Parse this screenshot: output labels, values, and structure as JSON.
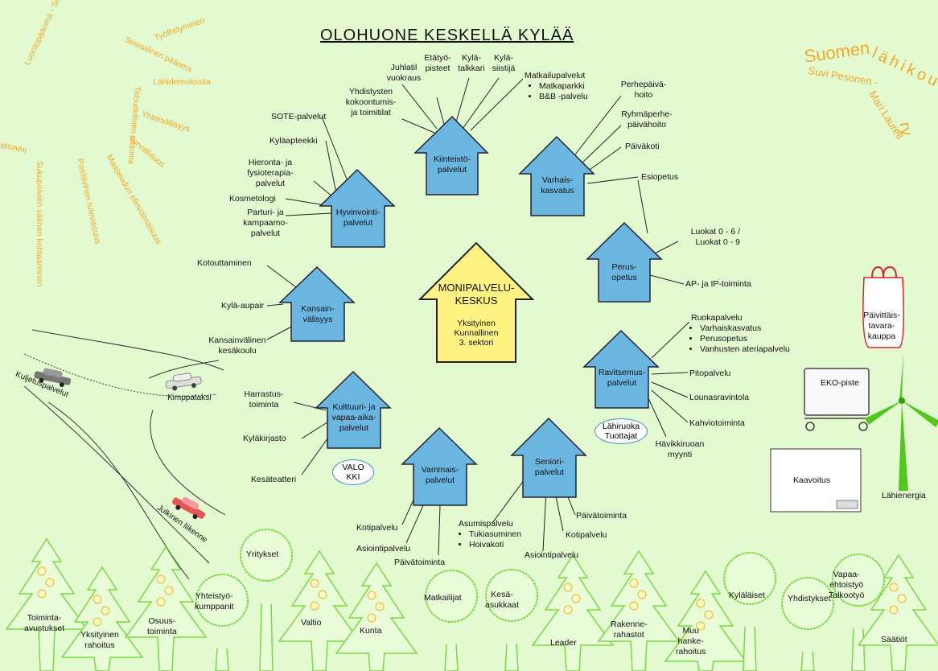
{
  "title": "OLOHUONE KESKELLÄ KYLÄÄ",
  "org": {
    "name": "Suomen  lähikoulut ry",
    "authors": "Suvi Pesonen - Mari Laurell"
  },
  "sun": {
    "arc": "Luontopääoma - Sosiaalinen pääoma - Taloudellinen pääoma - Inhimillinen pääoma",
    "rays": [
      "Työllistyminen",
      "Lähidemokratia",
      "Yhteisöllisyys",
      "Turvallisuus",
      "Maaseudun elinvoimaisuus",
      "Positiivinen tulevaisuus",
      "Sukupolvien välinen kohtaaminen"
    ]
  },
  "center": {
    "title": "MONIPALVELU-\nKESKUS",
    "sub": "Yksityinen\nKunnallinen\n3. sektori"
  },
  "arrows": {
    "kiinteisto": "Kiinteistö-\npalvelut",
    "varhais": "Varhais-\nkasvatus",
    "perus": "Perus-\nopetus",
    "ravitsemus": "Ravitsemus-\npalvelut",
    "seniori": "Seniori-\npalvelut",
    "vammais": "Vammais-\npalvelut",
    "kulttuuri": "Kulttuuri- ja\nvapaa-aika-\npalvelut",
    "kansain": "Kansain-\nvälisyys",
    "hyvinvointi": "Hyvinvointi-\npalvelut"
  },
  "labels": {
    "juhlatil": "Juhlatil\nvuokraus",
    "etatyo": "Etätyö-\npisteet",
    "kylatalkkari": "Kylä-\ntalkkari",
    "kylasiistija": "Kylä-\nsiistijä",
    "matkailu": "Matkailupalvelut",
    "matkailu_items": [
      "Matkaparkki",
      "B&B -palvelu"
    ],
    "yhdistysten": "Yhdistysten\nkokoontumis-\nja toimitilat",
    "perhepaiva": "Perhepäivä-\nhoito",
    "ryhmaperhe": "Ryhmäperhe-\npäivähoito",
    "paivakoti": "Päiväkoti",
    "esiopetus": "Esiopetus",
    "luokat": "Luokat 0 - 6 /\nLuokat 0 - 9",
    "apip": "AP- ja IP-toiminta",
    "ruokapalvelu": "Ruokapalvelu",
    "ruoka_items": [
      "Varhaiskasvatus",
      "Perusopetus",
      "Vanhusten ateriapalvelu"
    ],
    "pitopalvelu": "Pitopalvelu",
    "lounas": "Lounasravintola",
    "kahvio": "Kahviotoiminta",
    "havikki": "Hävikkiruoan\nmyynti",
    "paivatoiminta_s": "Päivätoiminta",
    "kotipalvelu_s": "Kotipalvelu",
    "asiointi_s": "Asiointipalvelu",
    "asumis": "Asumispalvelu",
    "asumis_items": [
      "Tukiasuminen",
      "Hoivakoti"
    ],
    "kotipalvelu_v": "Kotipalvelu",
    "asiointi_v": "Asiointipalvelu",
    "paivatoiminta_v": "Päivätoiminta",
    "harrastus": "Harrastus-\ntoiminta",
    "kylakirjasto": "Kyläkirjasto",
    "kesateatteri": "Kesäteatteri",
    "kotouttaminen": "Kotouttaminen",
    "kylaaupair": "Kylä-aupair",
    "kesakoulu": "Kansainvälinen\nkesäkoulu",
    "sote": "SOTE-palvelut",
    "kylaapteekki": "Kyläapteekki",
    "hieronta": "Hieronta- ja\nfysioterapia-\npalvelut",
    "kosmetologi": "Kosmetologi",
    "parturi": "Parturi- ja\nkampaamo-\npalvelut"
  },
  "ovals": {
    "valo": "VALO\nKKI",
    "lahiruoka": "Lähiruoka\nTuottajat"
  },
  "roads": {
    "kuljetus": "Kuljetuspalvelut",
    "kimppa": "Kimppataksi",
    "julkinen": "Julkinen liikenne"
  },
  "right": {
    "kauppa": "Päivittäis-\ntavara-\nkauppa",
    "eko": "EKO-piste",
    "kaavoitus": "Kaavoitus",
    "lahienergia": "Lähienergia"
  },
  "trees": [
    "Toiminta-\navustukset",
    "Yksityinen\nrahoitus",
    "Osuus-\ntoiminta",
    "Yhteistyö-\nkumppanit",
    "Yritykset",
    "Valtio",
    "Kunta",
    "Matkailijat",
    "Kesä-\nasukkaat",
    "Leader",
    "Rakenne-\nrahastot",
    "Muu\nhanke-\nrahoitus",
    "Kyläläiset",
    "Yhdistykset",
    "Vapaa-\nehtoistyö\nTalkootyö",
    "Säätiöt"
  ],
  "colors": {
    "background": "#e3fad1",
    "arrow": "#6bb6e0",
    "center": "#fdf282",
    "sun": "#f1a92a",
    "tree": "#7bd943",
    "accent": "#d9242b"
  }
}
